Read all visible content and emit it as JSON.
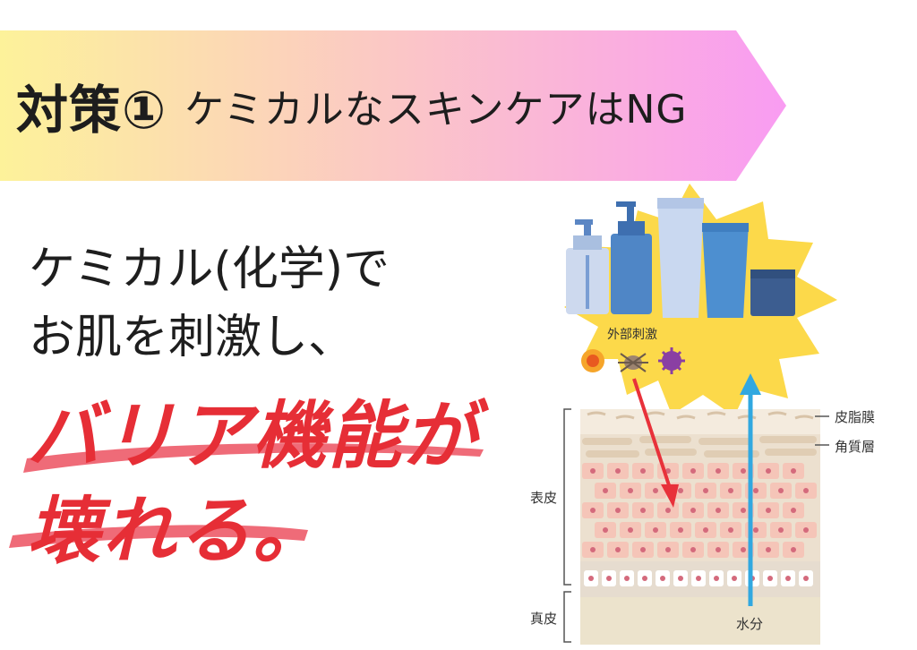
{
  "banner": {
    "title_main": "対策①",
    "title_sub": "ケミカルなスキンケアはNG",
    "gradient_start": "#fdf29a",
    "gradient_end": "#f99cf2"
  },
  "body": {
    "line1": "ケミカル(化学)で",
    "line2": "お肌を刺激し、",
    "emphasis_line1": "バリア機能が",
    "emphasis_line2": "壊れる。",
    "emphasis_color": "#e62e36",
    "stroke_color": "#ef6b78"
  },
  "illustration": {
    "stimulus_label": "外部刺激",
    "sebum_film_label": "皮脂膜",
    "stratum_corneum_label": "角質層",
    "epidermis_label": "表皮",
    "dermis_label": "真皮",
    "water_label": "水分",
    "burst_color": "#fcd94a",
    "arrow_in_color": "#e8313a",
    "arrow_out_color": "#31a8e0",
    "icons": [
      "sun-icon",
      "mite-icon",
      "germ-icon"
    ]
  }
}
